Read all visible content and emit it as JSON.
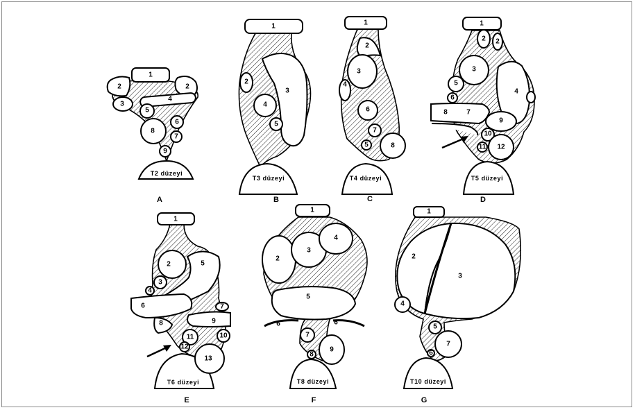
{
  "panels": [
    {
      "letter": "A",
      "level": "T2 düzeyi",
      "labels": [
        "1",
        "2",
        "2",
        "3",
        "4",
        "5",
        "6",
        "7",
        "8",
        "9"
      ]
    },
    {
      "letter": "B",
      "level": "T3 düzeyi",
      "labels": [
        "1",
        "2",
        "3",
        "4",
        "5"
      ]
    },
    {
      "letter": "C",
      "level": "T4 düzeyi",
      "labels": [
        "1",
        "2",
        "3",
        "4",
        "5",
        "6",
        "7",
        "8"
      ]
    },
    {
      "letter": "D",
      "level": "T5 düzeyi",
      "labels": [
        "1",
        "2",
        "2",
        "3",
        "4",
        "5",
        "6",
        "7",
        "8",
        "9",
        "10",
        "11",
        "12"
      ]
    },
    {
      "letter": "E",
      "level": "T6 düzeyi",
      "labels": [
        "1",
        "2",
        "3",
        "4",
        "5",
        "6",
        "7",
        "8",
        "9",
        "10",
        "11",
        "12",
        "13"
      ]
    },
    {
      "letter": "F",
      "level": "T8 düzeyi",
      "labels": [
        "1",
        "2",
        "3",
        "4",
        "5",
        "6",
        "6",
        "7",
        "8",
        "9"
      ]
    },
    {
      "letter": "G",
      "level": "T10 düzeyi",
      "labels": [
        "1",
        "2",
        "3",
        "4",
        "5",
        "6",
        "7"
      ]
    }
  ],
  "colors": {
    "line": "#000000",
    "frame": "#8a8a8a",
    "background": "#ffffff"
  }
}
